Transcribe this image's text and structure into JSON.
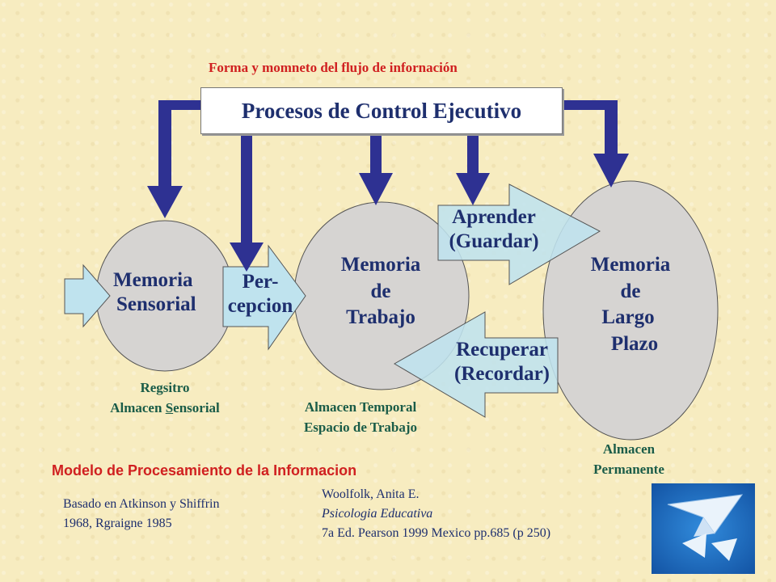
{
  "header": {
    "flow_caption": "Forma y momneto del flujo de infornación",
    "control_process": "Procesos de Control Ejecutivo"
  },
  "nodes": {
    "sensorial": {
      "line1": "Memoria",
      "line2": "Sensorial"
    },
    "percepcion": {
      "line1": "Per-",
      "line2": "cepcion"
    },
    "trabajo": {
      "line1": "Memoria",
      "line2": "de",
      "line3": "Trabajo"
    },
    "aprender": {
      "line1": "Aprender",
      "line2": "(Guardar)"
    },
    "recuperar": {
      "line1": "Recuperar",
      "line2": "(Recordar)"
    },
    "largo": {
      "line1": "Memoria",
      "line2": "de",
      "line3": "Largo",
      "line4": "Plazo"
    }
  },
  "captions": {
    "sensorial_line1": "Regsitro",
    "sensorial_line2_prefix": "Almacen ",
    "sensorial_line2_underlined": "S",
    "sensorial_line2_suffix": "ensorial",
    "trabajo_line1": "Almacen Temporal",
    "trabajo_line2": "Espacio de Trabajo",
    "largo_line1": "Almacen",
    "largo_line2": "Permanente"
  },
  "footer": {
    "model_title": "Modelo de Procesamiento de la Informacion",
    "based_line1": "Basado en Atkinson y Shiffrin",
    "based_line2": "1968, Rgraigne 1985",
    "ref_author": "Woolfolk, Anita E.",
    "ref_book": "Psicologia Educativa",
    "ref_edition": "7a Ed. Pearson 1999 Mexico pp.685 (p 250)"
  },
  "colors": {
    "background": "#f7ecc0",
    "arrow_navy": "#2e3192",
    "shape_arrow_fill": "#bfe3ee",
    "ellipse_fill": "#d6d4d2",
    "title_red": "#d02020",
    "caption_green": "#1a5c48",
    "text_navy": "#1e2f6e"
  },
  "icons": {
    "logo": "paper-planes-logo-icon"
  }
}
